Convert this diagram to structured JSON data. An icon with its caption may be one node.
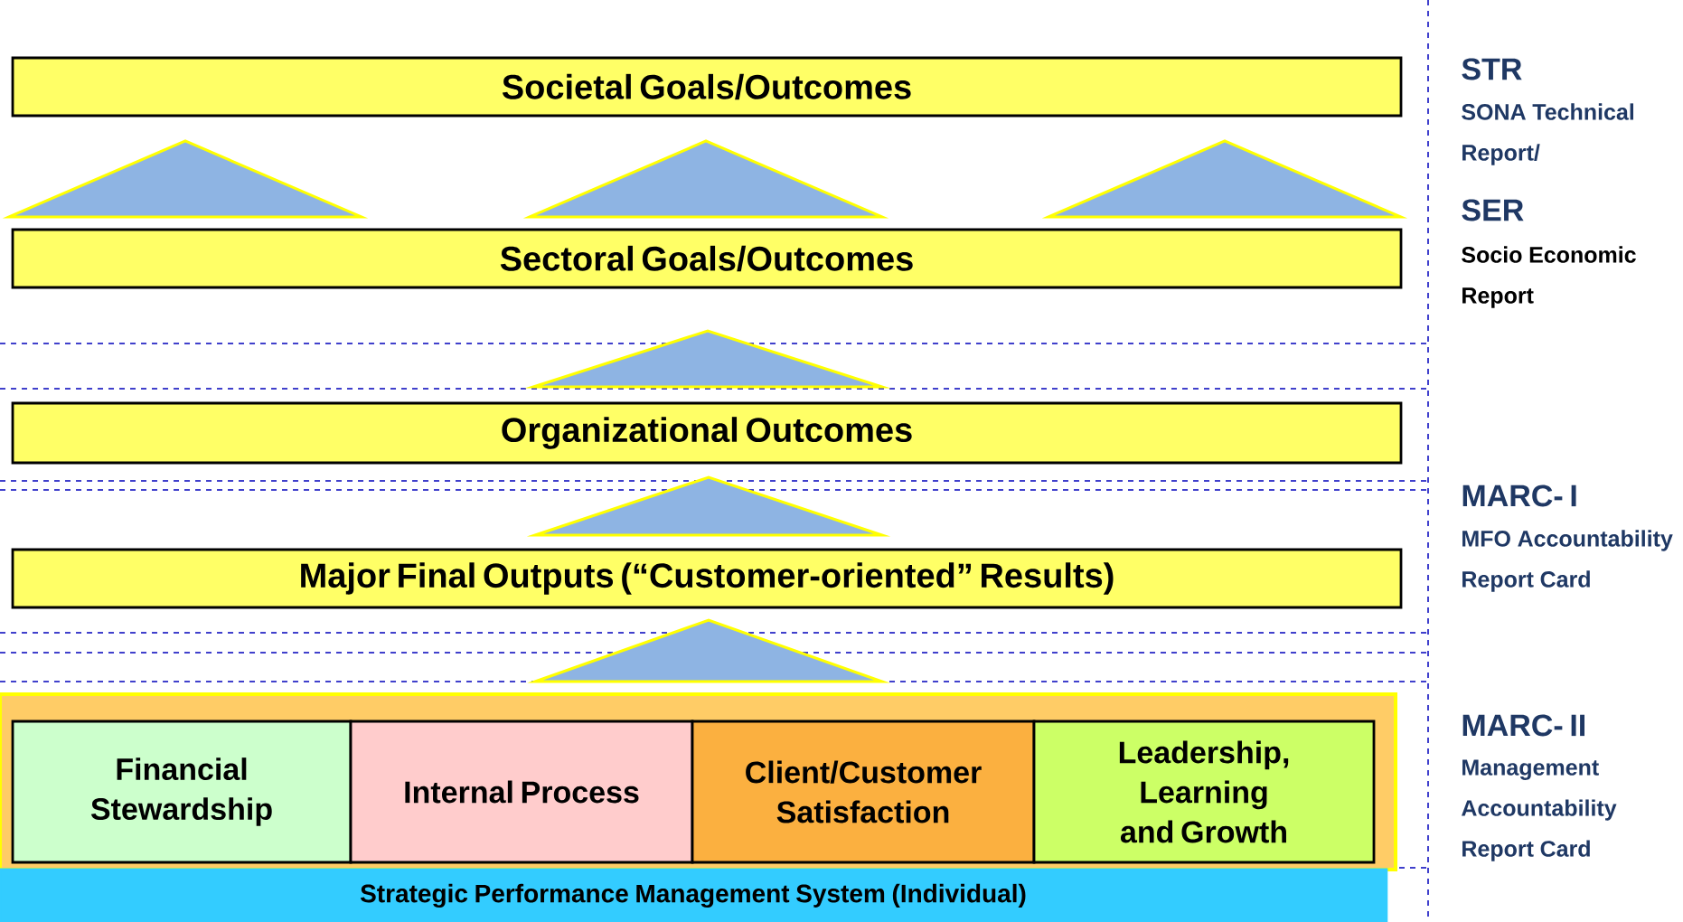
{
  "diagram": {
    "nodes": [
      {
        "text": [
          "Societal Goals/Outcomes"
        ]
      },
      {
        "text": [],
        "shape": "triangle"
      },
      {
        "text": [],
        "shape": "triangle"
      },
      {
        "text": [],
        "shape": "triangle"
      },
      {
        "text": [
          "Sectoral Goals/Outcomes"
        ]
      },
      {
        "text": [],
        "shape": "triangle"
      },
      {
        "text": [
          "Organizational  Outcomes"
        ]
      },
      {
        "text": [],
        "shape": "triangle"
      },
      {
        "text": [
          "Major Final Outputs  (“Customer-oriented” Results)"
        ]
      },
      {
        "text": [],
        "shape": "triangle"
      },
      {
        "text": [],
        "shape": "box"
      },
      {
        "text": [
          "Financial Stewardship"
        ],
        "in": 10
      },
      {
        "text": [
          "Internal Process"
        ],
        "in": 10
      },
      {
        "text": [
          "Client/Customer Satisfaction"
        ],
        "in": 10
      },
      {
        "text": [
          "Leadership, Learning and Growth"
        ],
        "in": 10
      },
      {
        "text": [
          "Strategic Performance Management System (Individual)"
        ]
      }
    ],
    "labels": [
      "STR",
      "SONA Technical Report/",
      "SER",
      "Socio Economic Report",
      "MARC- I",
      "MFO Accountability Report Card",
      "MARC- II",
      "Management Accountability Report Card"
    ]
  }
}
